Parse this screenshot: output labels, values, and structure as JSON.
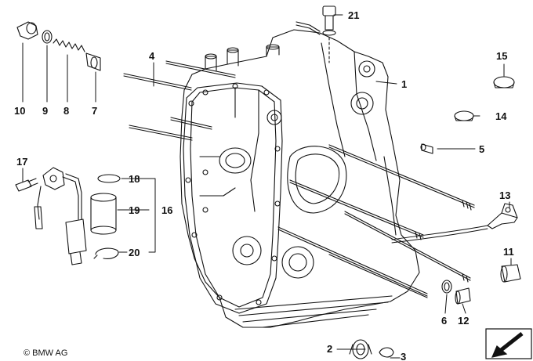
{
  "diagram": {
    "callouts": [
      {
        "id": "p1",
        "label": "1"
      },
      {
        "id": "p2",
        "label": "2"
      },
      {
        "id": "p3",
        "label": "3"
      },
      {
        "id": "p4",
        "label": "4"
      },
      {
        "id": "p5",
        "label": "5"
      },
      {
        "id": "p6",
        "label": "6"
      },
      {
        "id": "p7",
        "label": "7"
      },
      {
        "id": "p8",
        "label": "8"
      },
      {
        "id": "p9",
        "label": "9"
      },
      {
        "id": "p10",
        "label": "10"
      },
      {
        "id": "p11",
        "label": "11"
      },
      {
        "id": "p12",
        "label": "12"
      },
      {
        "id": "p13",
        "label": "13"
      },
      {
        "id": "p14",
        "label": "14"
      },
      {
        "id": "p15",
        "label": "15"
      },
      {
        "id": "p16",
        "label": "16"
      },
      {
        "id": "p17",
        "label": "17"
      },
      {
        "id": "p18",
        "label": "18"
      },
      {
        "id": "p19",
        "label": "19"
      },
      {
        "id": "p20",
        "label": "20"
      },
      {
        "id": "p21",
        "label": "21"
      }
    ],
    "copyright": "© BMW AG",
    "line_color": "#111111"
  }
}
